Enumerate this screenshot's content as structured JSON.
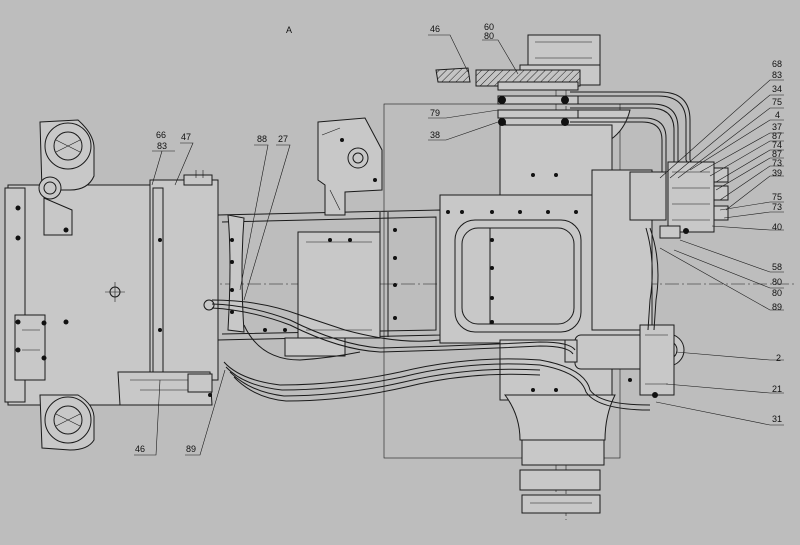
{
  "drawing": {
    "view_label": "A",
    "callouts_left": [
      {
        "top": "66",
        "bottom": "83"
      },
      {
        "top": "47"
      },
      {
        "top": "88"
      },
      {
        "top": "27"
      },
      {
        "top": "46"
      },
      {
        "top": "89"
      }
    ],
    "callouts_top": [
      {
        "top": "46"
      },
      {
        "top": "60",
        "bottom": "80"
      },
      {
        "top": "79"
      },
      {
        "top": "38"
      }
    ],
    "callouts_right": [
      {
        "top": "68",
        "bottom": "83"
      },
      {
        "top": "34"
      },
      {
        "top": "75"
      },
      {
        "top": "4"
      },
      {
        "top": "37"
      },
      {
        "top": "87"
      },
      {
        "top": "74"
      },
      {
        "top": "87"
      },
      {
        "top": "73"
      },
      {
        "top": "39"
      },
      {
        "top": "75"
      },
      {
        "top": "73"
      },
      {
        "top": "40"
      },
      {
        "top": "58"
      },
      {
        "top": "80",
        "bottom": "80"
      },
      {
        "top": "89"
      },
      {
        "top": "2"
      },
      {
        "top": "21"
      },
      {
        "top": "31"
      }
    ]
  }
}
